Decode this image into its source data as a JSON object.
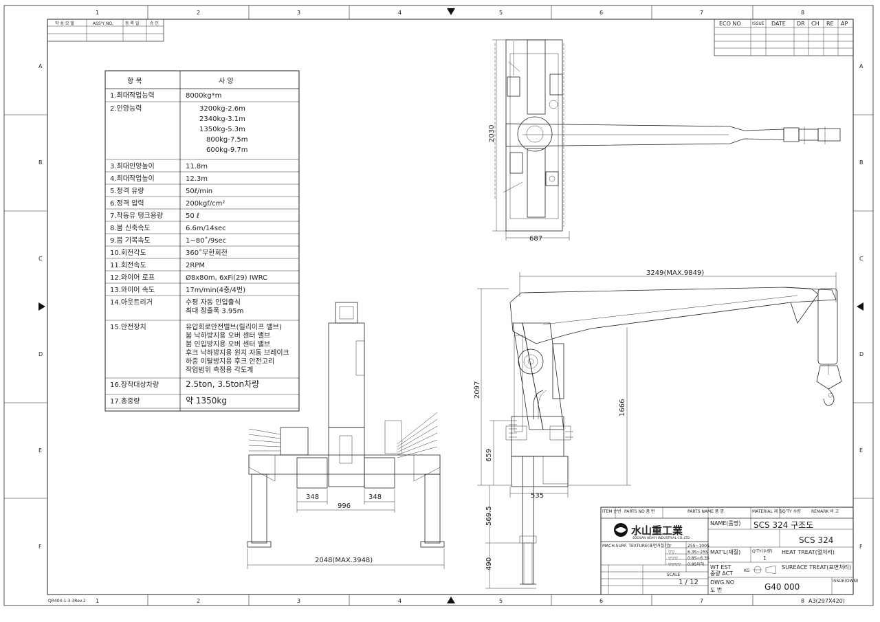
{
  "border": {
    "columns": [
      "1",
      "2",
      "3",
      "4",
      "5",
      "6",
      "7",
      "8"
    ],
    "rows": [
      "A",
      "B",
      "C",
      "D",
      "E",
      "F"
    ]
  },
  "approval_box": {
    "headers": [
      "작 성 모 델",
      "ASS'Y NO.",
      "등 록 일",
      "승 인"
    ]
  },
  "eco_box": {
    "headers": [
      "ECO NO",
      "ISSUE",
      "DATE",
      "DR",
      "CH",
      "RE",
      "AP"
    ]
  },
  "spec_table": {
    "header": [
      "항 목",
      "사 양"
    ],
    "rows": [
      {
        "item": "1.최대작업능력",
        "value": [
          "8000kg*m"
        ]
      },
      {
        "item": "2.인양능력",
        "value": [
          "3200kg-2.6m",
          "2340kg-3.1m",
          "1350kg-5.3m",
          "800kg-7.5m",
          "600kg-9.7m"
        ]
      },
      {
        "item": "3.최대인양높이",
        "value": [
          "11.8m"
        ]
      },
      {
        "item": "4.최대작업높이",
        "value": [
          "12.3m"
        ]
      },
      {
        "item": "5.정격 유량",
        "value": [
          "50ℓ/min"
        ]
      },
      {
        "item": "6.정격 압력",
        "value": [
          "200kgf/cm²"
        ]
      },
      {
        "item": "7.작동유 탱크용량",
        "value": [
          "50 ℓ"
        ]
      },
      {
        "item": "8.붐 신축속도",
        "value": [
          "6.6m/14sec"
        ]
      },
      {
        "item": "9.붐 기복속도",
        "value": [
          "1~80˚/9sec"
        ]
      },
      {
        "item": "10.회전각도",
        "value": [
          "360˚무한회전"
        ]
      },
      {
        "item": "11.회전속도",
        "value": [
          "2RPM"
        ]
      },
      {
        "item": "12.와이어 로프",
        "value": [
          "Ø8x80m, 6xFi(29) IWRC"
        ]
      },
      {
        "item": "13.와이어 속도",
        "value": [
          "17m/min(4층/4번)"
        ]
      },
      {
        "item": "14.아웃트리거",
        "value": [
          "수평 자동 인입출식",
          "최대 장출폭 3.95m"
        ]
      },
      {
        "item": "15.안전장치",
        "value": [
          "유압회로안전밸브(릴리이프 밸브)",
          "붐 낙하방지용 오버 센터 밸브",
          "붐 인입방지용 오버 센터 밸브",
          "후크 낙하방지용 윈치 자동 브레이크",
          "하중 이탈방지용 후크 안전고리",
          "작업범위 측정용 각도계"
        ]
      },
      {
        "item": "16.장착대상차량",
        "value": [
          "2.5ton, 3.5ton차량"
        ]
      },
      {
        "item": "17.총중량",
        "value": [
          "약 1350kg"
        ]
      }
    ]
  },
  "dimensions": {
    "top_height": "2030",
    "top_width": "687",
    "side_reach": "3249(MAX.9849)",
    "side_height": "2097",
    "side_boom_height": "1666",
    "side_outrigger_h": "659",
    "side_base_w": "535",
    "side_lower1": "569.5",
    "side_lower2": "490",
    "front_d1": "348",
    "front_d2": "348",
    "front_d3": "996",
    "front_total": "2048(MAX.3948)"
  },
  "title_block": {
    "col_item": "ITEM 순번",
    "col_parts_no": "PARTS NO 품 번",
    "col_parts_name": "PARTS NAME 품 명",
    "col_material": "MATERIAL 재 질",
    "col_qty": "Q'TY 수량",
    "col_remark": "REMARK 비 고",
    "company_name": "水山重工業",
    "company_sub": "SOOSAN HEAVY INDUSTRIAL CO.,LTD.",
    "name_label": "NAME(품명)",
    "drawing_name": "SCS 324 구조도",
    "model": "SCS 324",
    "finish_label": "MACH.SURF. TEXTURE(표면거칠기)",
    "roughness": [
      {
        "sym": "▽",
        "val": "25S~100S"
      },
      {
        "sym": "▽▽",
        "val": "6.3S~25S"
      },
      {
        "sym": "▽▽▽",
        "val": "0.8S~6.3S"
      },
      {
        "sym": "▽▽▽▽",
        "val": "0.8S이하"
      }
    ],
    "matl_label": "MAT'L(재질)",
    "qty_label": "Q'TY(수량)",
    "qty_value": "1",
    "heat_treat": "HEAT TREAT(열처리)",
    "wt_est": "WT EST",
    "wt_act": "중량 ACT",
    "wt_unit": "KG",
    "surface_treat": "SUREACE TREAT(표면처리)",
    "scale_label": "SCALE",
    "scale_value": "1 / 12",
    "dwg_no_label": "DWG.NO",
    "dwg_no_sub": "도 번",
    "dwg_no": "G40 000",
    "issue_label": "ISSUE(OWN)"
  },
  "footer": {
    "left_code": "QR404-1-3-3Rev.2",
    "paper": "A3(297X420)"
  }
}
